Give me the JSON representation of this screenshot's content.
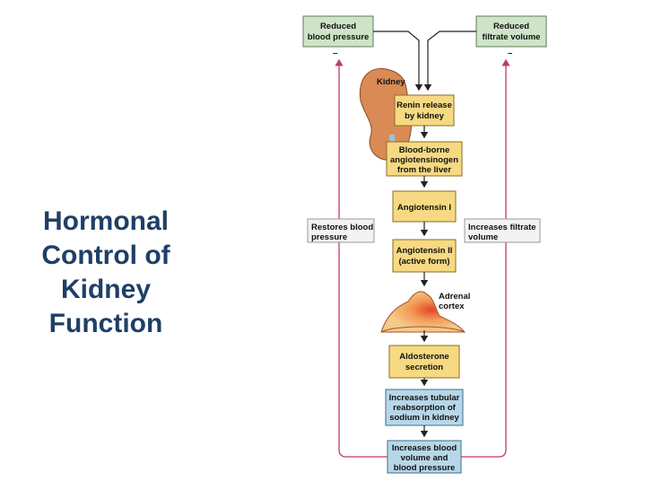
{
  "title": {
    "lines": [
      "Hormonal",
      "Control of",
      "Kidney",
      "Function"
    ]
  },
  "colors": {
    "title": "#1f3f66",
    "green_box": "#cfe3c8",
    "yellow_box": "#f6d982",
    "blue_box": "#b7d7e8",
    "gray_box": "#f3f3f3",
    "feedback_line": "#c0396b",
    "arrow": "#222222",
    "kidney": "#d98a55",
    "adrenal": "#f0a35d"
  },
  "diagram": {
    "reduced_bp": [
      "Reduced",
      "blood pressure"
    ],
    "reduced_fv": [
      "Reduced",
      "filtrate volume"
    ],
    "kidney_label": "Kidney",
    "renin": [
      "Renin release",
      "by kidney"
    ],
    "angiotensinogen": [
      "Blood-borne",
      "angiotensinogen",
      "from the liver"
    ],
    "angiotensin_1": [
      "Angiotensin I"
    ],
    "angiotensin_2": [
      "Angiotensin II",
      "(active form)"
    ],
    "adrenal_label": [
      "Adrenal",
      "cortex"
    ],
    "aldosterone": [
      "Aldosterone",
      "secretion"
    ],
    "tubular": [
      "Increases tubular",
      "reabsorption of",
      "sodium in kidney"
    ],
    "blood_volume": [
      "Increases blood",
      "volume and",
      "blood pressure"
    ],
    "restores": [
      "Restores blood",
      "pressure"
    ],
    "increases_fv": [
      "Increases filtrate",
      "volume"
    ],
    "minus_left": "–",
    "minus_right": "–"
  }
}
